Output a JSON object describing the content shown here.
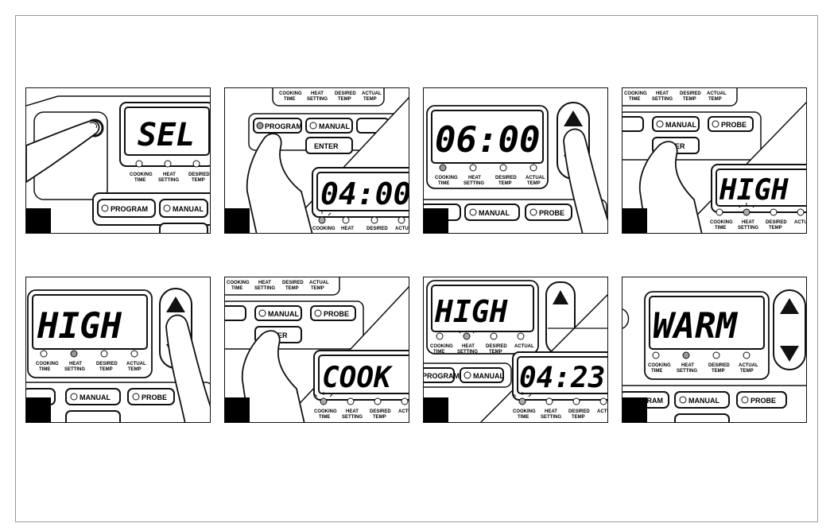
{
  "labels": {
    "cooking": "COOKING",
    "time": "TIME",
    "heat": "HEAT",
    "setting": "SETTING",
    "desired": "DESIRED",
    "temp": "TEMP",
    "actual": "ACTUAL"
  },
  "buttons": {
    "program": "PROGRAM",
    "manual": "MANUAL",
    "probe": "PROBE",
    "enter": "ENTER"
  },
  "panels": [
    {
      "display": "SEL"
    },
    {
      "display": "04:00"
    },
    {
      "display": "06:00"
    },
    {
      "display": "HIGH"
    },
    {
      "display": "HIGH"
    },
    {
      "display": "COOK"
    },
    {
      "display_top": "HIGH",
      "display_bottom": "04:23"
    },
    {
      "display": "WARM"
    }
  ]
}
